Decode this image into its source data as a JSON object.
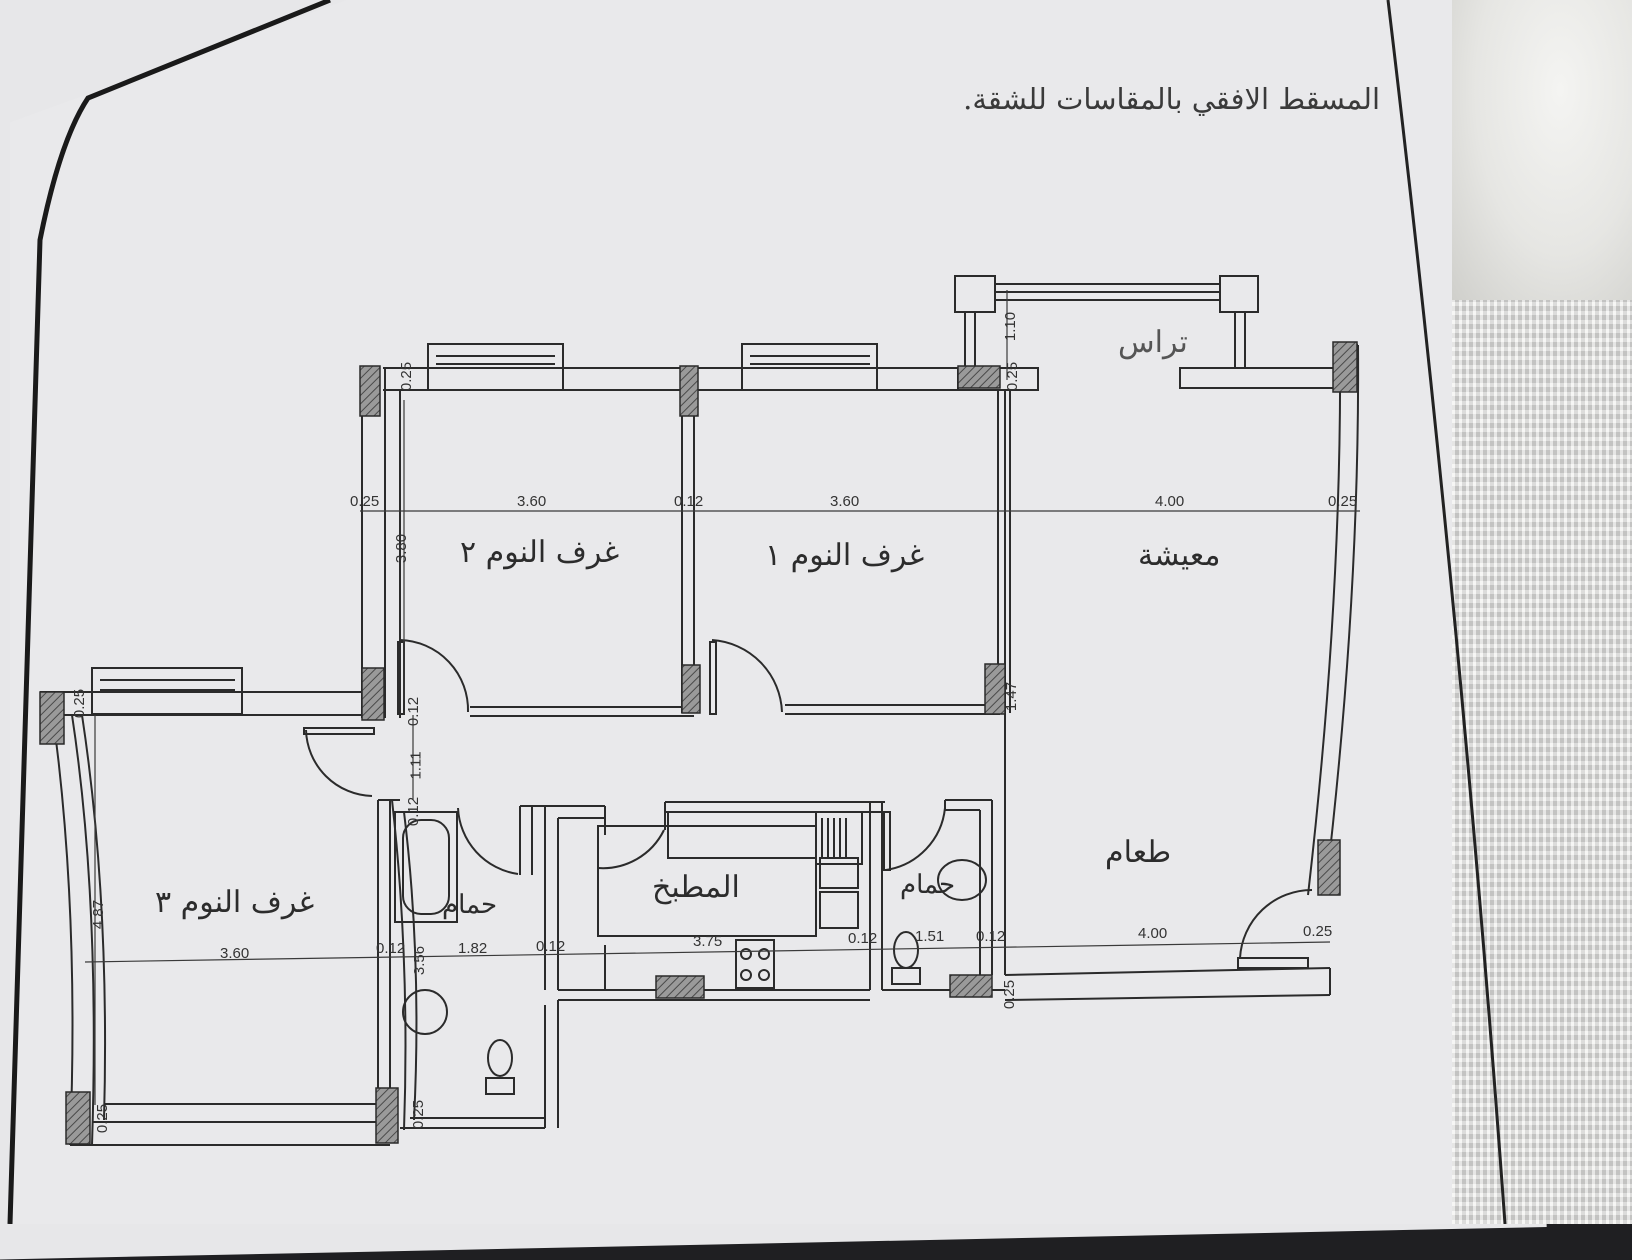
{
  "heading": "المسقط الافقي بالمقاسات للشقة.",
  "rooms": {
    "bedroom2": "غرف النوم ٢",
    "bedroom1": "غرف النوم ١",
    "living": "معيشة",
    "terrace": "تراس",
    "bedroom3": "غرف النوم ٣",
    "bath1": "حمام",
    "kitchen": "المطبخ",
    "bath2": "حمام",
    "dining": "طعام"
  },
  "dimensions": {
    "top_wall_left": "0.25",
    "top_bed2_width": "3.60",
    "top_partition_1": "0.12",
    "top_bed1_width": "3.60",
    "top_living_width": "4.00",
    "top_wall_right": "0.25",
    "bed2_depth": "3.80",
    "bed2_top_wall": "0.25",
    "terrace_depth": "1.10",
    "terrace_wall": "0.25",
    "bed1_offset": "1.47",
    "corridor_partition_top": "0.12",
    "corridor_width": "1.11",
    "corridor_partition_bottom": "0.12",
    "bed3_top_wall": "0.25",
    "bed3_depth": "4.87",
    "bottom_bed3_width": "3.60",
    "bottom_partition_1": "0.12",
    "bath1_depth": "3.56",
    "bath1_width": "1.82",
    "bottom_partition_2": "0.12",
    "kitchen_width": "3.75",
    "bottom_partition_3": "0.12",
    "bath2_width": "1.51",
    "bottom_partition_4": "0.12",
    "dining_width": "4.00",
    "bottom_wall_right": "0.25",
    "bottom_wall_left": "0.25",
    "bottom_wall_bath": "0.25",
    "dining_bottom_wall": "0.25"
  }
}
